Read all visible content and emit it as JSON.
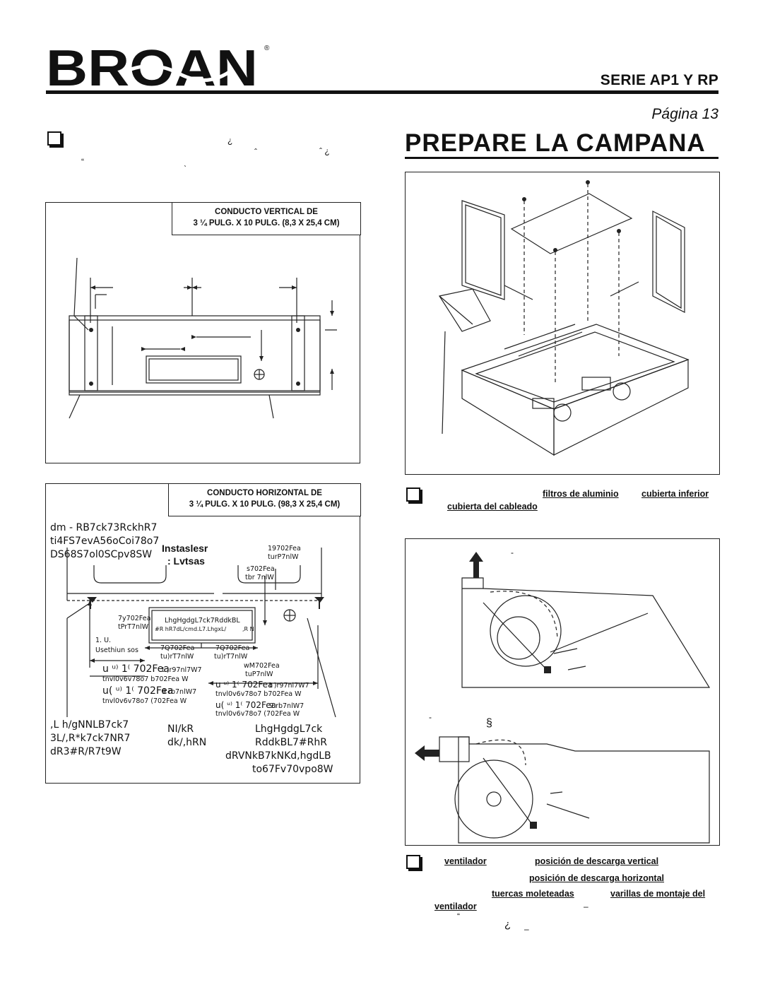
{
  "brand": {
    "logo_text": "BROAN",
    "registered": "®"
  },
  "header": {
    "series": "SERIE AP1 Y RP",
    "page": "Página 13"
  },
  "section_title": "PREPARE LA CAMPANA",
  "left_glyphs": {
    "g1": "¿",
    "g2": "ˆ",
    "g3": "ˆ ¿",
    "g4": "“",
    "g5": "ˋ"
  },
  "vertical_box": {
    "line1": "CONDUCTO VERTICAL DE",
    "line2": "3 ¼ PULG. X 10 PULG. (8,3 X 25,4 CM)"
  },
  "horizontal_box": {
    "line1": "CONDUCTO HORIZONTAL DE",
    "line2": "3 ¼ PULG. X 10 PULG. (98,3 X 25,4 CM)",
    "g_top1": "dm - RB7ck73RckhR7",
    "g_top2": "ti4FS7evA56oCoi78o7",
    "g_top3": "DS68S7ol0SCpv8SW",
    "instal1": "Instaslesr",
    "instal2": ": Lvtsas",
    "r1": "19702Fea",
    "r2": "turP7nlW",
    "r3": "s702Fea",
    "r4": "tbr 7nlW",
    "m1": "7y702Fea",
    "m2": "tPrT7nlW",
    "inner1": "LhgHgdgL7ck7RddkBL",
    "inner2": "#R hR7dL/cmd.L7.LhgxL/",
    "inner3": ",R N",
    "l1": "1. U.",
    "l2": "Usethiun sos",
    "c1": "7Q702Fea",
    "c2": "tu)rT7nlW",
    "c3": "7Q702Fea",
    "c4": "tu)rT7nlW",
    "b1": "u ᵘ⁾ 1⁽ 702Fea",
    "b1s": "t )r97nl7W7",
    "b2": "tnvl0v6v78o7 b702Fea W",
    "b3": "u( ᵘ⁾ 1⁽ 702Fea",
    "b3s": "9 rb7nlW7",
    "b4": "tnvl0v6v78o7 (702Fea W",
    "w1": "wM702Fea",
    "w2": "tuP7nlW",
    "x1": "u ᵘ⁾ 1⁽ 702Fea",
    "x1s": "t )r97nl7W7",
    "x2": "tnvl0v6v78o7 b702Fea W",
    "x3": "u( ᵘ⁾ 1⁽ 702Fea",
    "x3s": "9 rb7nlW7",
    "x4": "tnvl0v6v78o7 (702Fea W",
    "f1": ",L h/gNNLB7ck7",
    "f2": "3L/,R*k7ck7NR7",
    "f3": "dR3#R/R7t9W",
    "f4": "NI/kR",
    "f5": "dk/,hRN",
    "f6": "LhgHgdgL7ck",
    "f7": "RddkBL7#RhR",
    "f8": "dRVNkB7kNKd,hgdLB",
    "f9": "to67Fv70vpo8W"
  },
  "step2": {
    "filtros": "filtros de aluminio",
    "cubierta_inferior": "cubierta inferior",
    "cubierta_cableado": "cubierta del cableado"
  },
  "fan_figure": {
    "dash1": "-",
    "dash2": "-",
    "section": "§"
  },
  "step3": {
    "ventilador": "ventilador",
    "vertical": "posición de descarga vertical",
    "horizontal": "posición de descarga horizontal",
    "tuercas": "tuercas moleteadas",
    "varillas": "varillas de montaje del",
    "ventilador2": "ventilador",
    "dash": "–",
    "quote": "“",
    "q": "¿",
    "dash2": "–"
  }
}
